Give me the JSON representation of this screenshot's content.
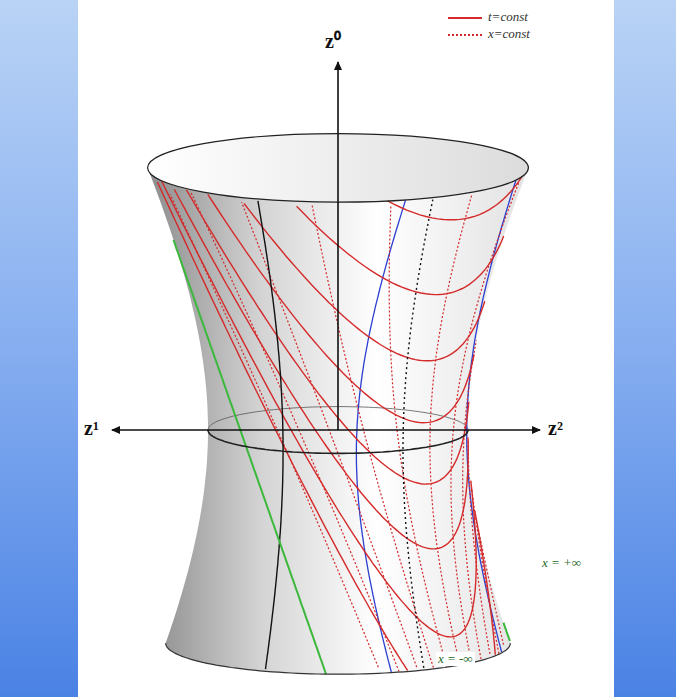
{
  "diagram": {
    "labels": [
      "z⁰",
      "z¹",
      "z²",
      "x = +∞",
      "x = -∞"
    ],
    "legend": [
      {
        "text": "t=const"
      },
      {
        "text": "x=const"
      }
    ]
  }
}
